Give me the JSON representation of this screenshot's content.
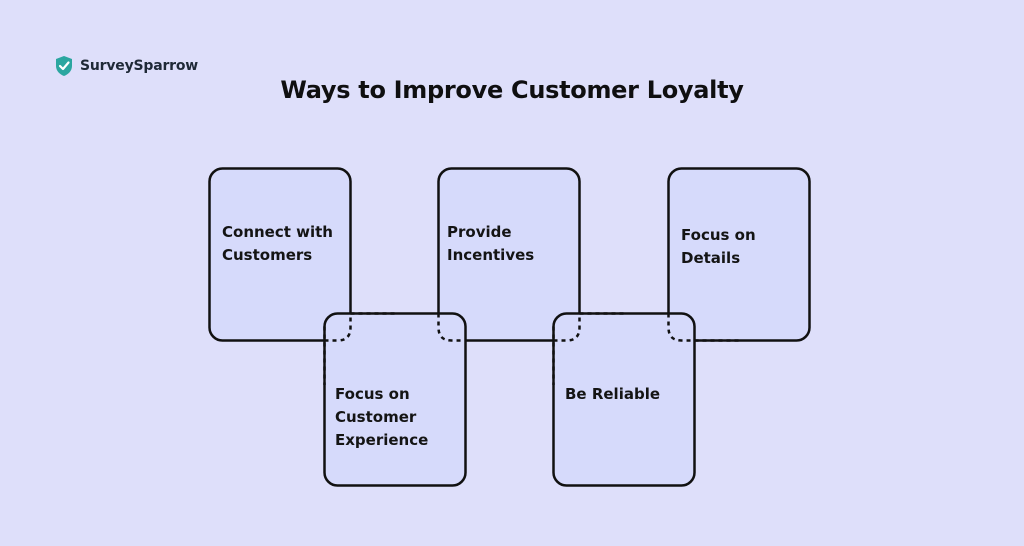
{
  "brand": {
    "name": "SurveySparrow",
    "logo_icon": "surveysparrow-shield-icon",
    "accent": "#2ba6a0"
  },
  "title": "Ways to Improve Customer Loyalty",
  "colors": {
    "background": "#dedffa",
    "box_fill": "#d6dafb",
    "stroke": "#111111",
    "text": "#141414"
  },
  "items": [
    {
      "label_line1": "Connect with",
      "label_line2": "Customers",
      "label_line3": ""
    },
    {
      "label_line1": "Focus on",
      "label_line2": "Customer",
      "label_line3": "Experience"
    },
    {
      "label_line1": "Provide",
      "label_line2": "Incentives",
      "label_line3": ""
    },
    {
      "label_line1": "Be Reliable",
      "label_line2": "",
      "label_line3": ""
    },
    {
      "label_line1": "Focus on",
      "label_line2": "Details",
      "label_line3": ""
    }
  ]
}
